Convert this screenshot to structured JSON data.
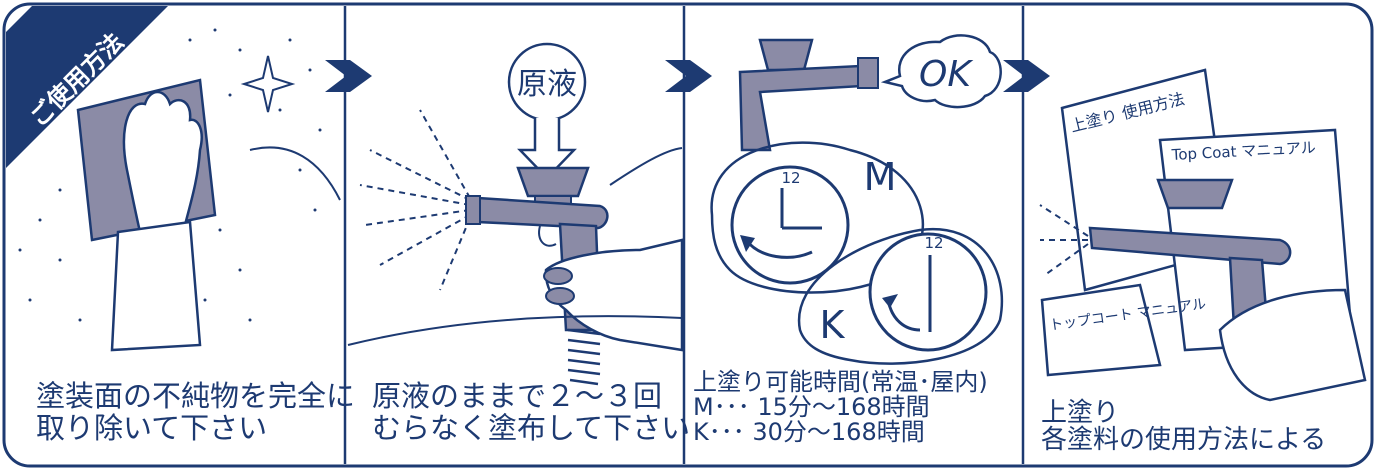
{
  "badge": {
    "label": "ご使用方法"
  },
  "steps": [
    {
      "lines": [
        "塗装面の不純物を完全に",
        "取り除いて下さい"
      ]
    },
    {
      "lines": [
        "原液のままで２～３回",
        "むらなく塗布して下さい"
      ],
      "bubble_label": "原液"
    },
    {
      "lines": [
        "上塗り可能時間(常温･屋内)",
        "M･･･ 15分～168時間",
        "K･･･ 30分～168時間"
      ],
      "bubble_label": "OK",
      "clock_labels": [
        "M",
        "K"
      ],
      "clock_number": "12"
    },
    {
      "lines": [
        "上塗り",
        "各塗料の使用方法による"
      ],
      "manual_labels": [
        "上塗り 使用方法",
        "Top Coat マニュアル",
        "トップコート マニュアル"
      ]
    }
  ],
  "colors": {
    "ink": "#1d3a72",
    "fill": "#8b8ba6",
    "light": "#c9c9d6"
  }
}
